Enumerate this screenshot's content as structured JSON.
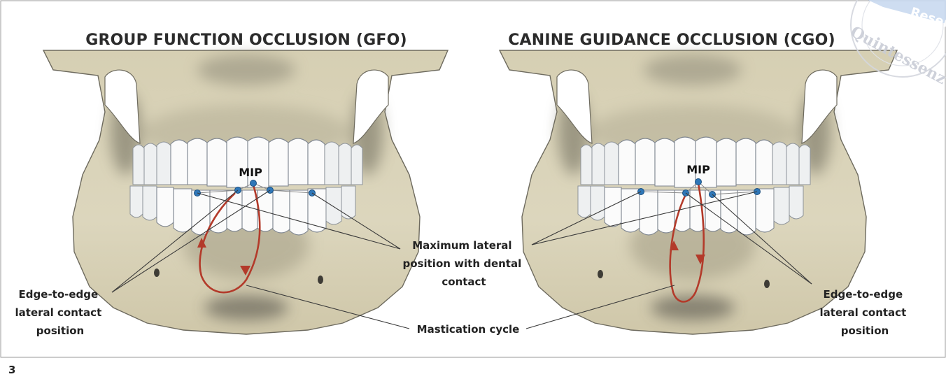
{
  "figure_number": "3",
  "watermark": {
    "stamp_text": "Quintessenz",
    "stamp_band_text": "Reserv"
  },
  "panels": [
    {
      "title": "GROUP FUNCTION OCCLUSION (GFO)",
      "mip_label": "MIP",
      "left_label_lines": [
        "Edge-to-edge",
        "lateral contact",
        "position"
      ]
    },
    {
      "title": "CANINE GUIDANCE OCCLUSION (CGO)",
      "mip_label": "MIP",
      "right_label_lines": [
        "Edge-to-edge",
        "lateral contact",
        "position"
      ]
    }
  ],
  "center_labels": {
    "max_lateral_lines": [
      "Maximum lateral",
      "position with dental",
      "contact"
    ],
    "mastication": "Mastication cycle"
  },
  "colors": {
    "bone": "#d9d2b6",
    "bone_shadow": "#a9a28a",
    "cycle": "#b33a2a",
    "contact_dot": "#2f77b8",
    "frame": "#9a9a9a"
  }
}
